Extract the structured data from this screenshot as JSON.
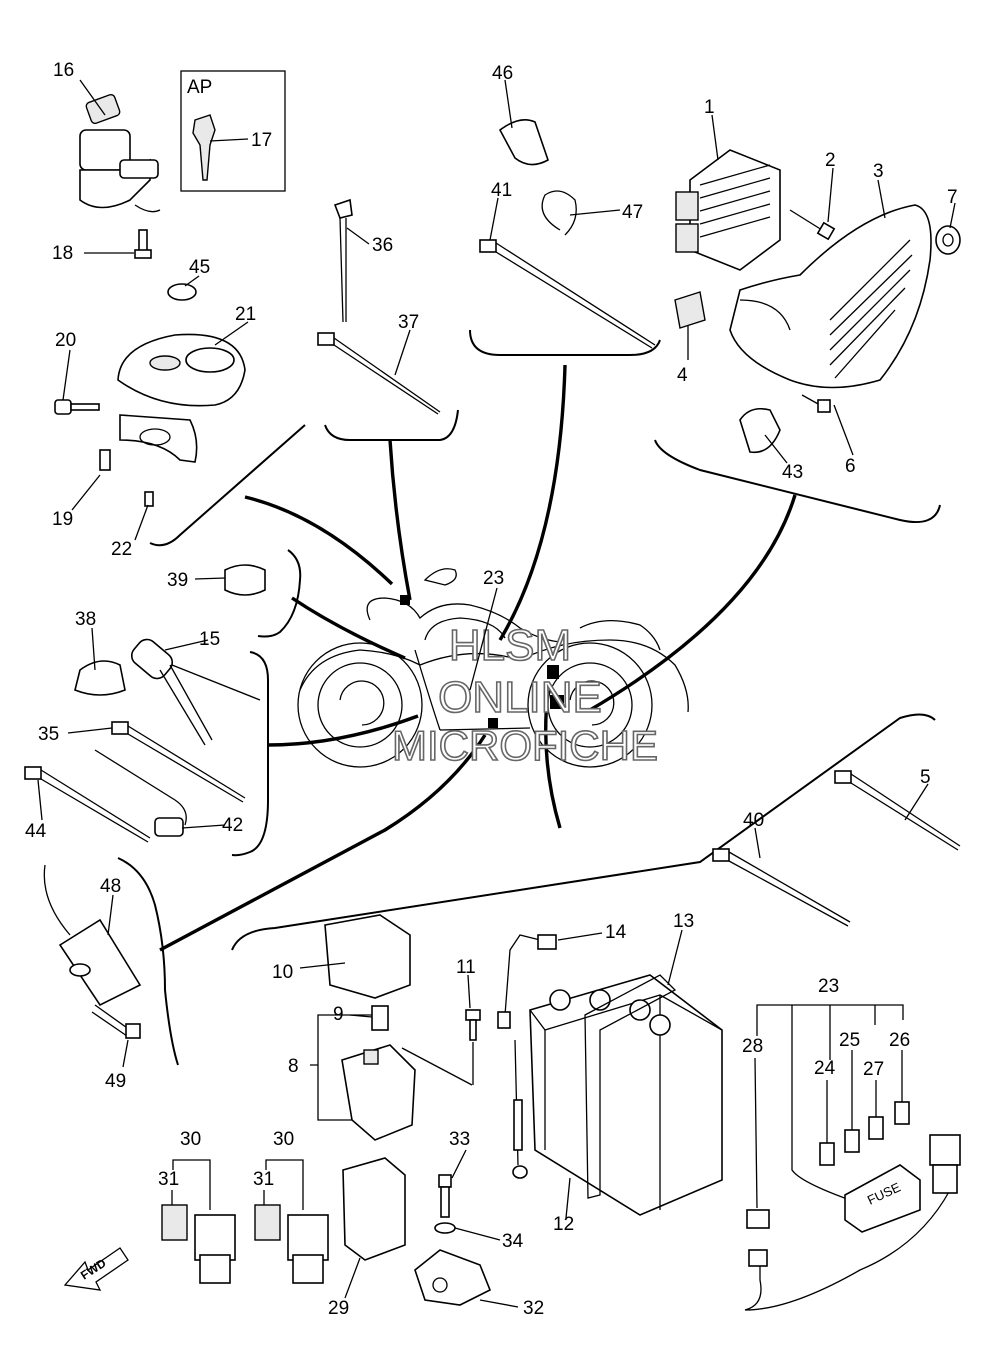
{
  "watermark": {
    "line1": "HLSM",
    "line2": "ONLINE",
    "line3": "MICROFICHE"
  },
  "ap_box_label": "AP",
  "fwd_label": "FWD",
  "fuse_label": "FUSE",
  "callouts": [
    "1",
    "2",
    "3",
    "4",
    "5",
    "6",
    "7",
    "8",
    "9",
    "10",
    "11",
    "12",
    "13",
    "14",
    "15",
    "16",
    "17",
    "18",
    "19",
    "20",
    "21",
    "22",
    "23",
    "23",
    "24",
    "25",
    "26",
    "27",
    "28",
    "29",
    "30",
    "30",
    "31",
    "31",
    "32",
    "33",
    "34",
    "35",
    "36",
    "37",
    "38",
    "39",
    "40",
    "41",
    "42",
    "43",
    "44",
    "45",
    "46",
    "47",
    "48",
    "49"
  ]
}
